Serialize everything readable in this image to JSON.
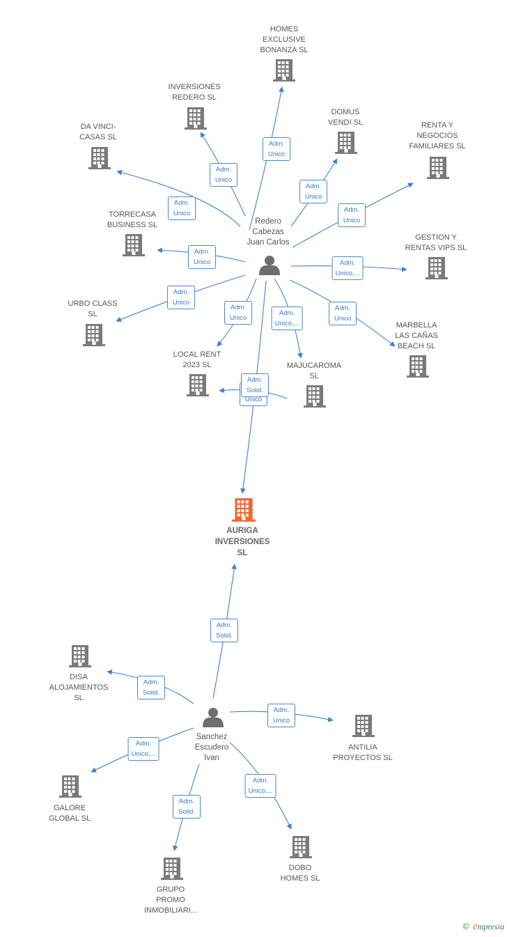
{
  "colors": {
    "company": "#7a7a7a",
    "focus": "#f26430",
    "person": "#6e6e6e",
    "edge": "#3f7fcf"
  },
  "nodes": [
    {
      "id": "homes",
      "type": "company",
      "lines": [
        "HOMES",
        "EXCLUSIVE",
        "BONANZA  SL"
      ]
    },
    {
      "id": "redero_inv",
      "type": "company",
      "lines": [
        "INVERSIONES",
        "REDERO SL"
      ]
    },
    {
      "id": "davinci",
      "type": "company",
      "lines": [
        "DA VINCI-",
        "CASAS  SL"
      ]
    },
    {
      "id": "domus",
      "type": "company",
      "lines": [
        "DOMUS",
        "VENDI  SL"
      ]
    },
    {
      "id": "renta",
      "type": "company",
      "lines": [
        "RENTA Y",
        "NEGOCIOS",
        "FAMILIARES SL"
      ]
    },
    {
      "id": "torrecasa",
      "type": "company",
      "lines": [
        "TORRECASA",
        "BUSINESS  SL"
      ]
    },
    {
      "id": "gestion",
      "type": "company",
      "lines": [
        "GESTION Y",
        "RENTAS VIPS SL"
      ]
    },
    {
      "id": "urbo",
      "type": "company",
      "lines": [
        "URBO CLASS",
        "SL"
      ]
    },
    {
      "id": "marbella",
      "type": "company",
      "lines": [
        "MARBELLA",
        "LAS CAÑAS",
        "BEACH  SL"
      ]
    },
    {
      "id": "localrent",
      "type": "company",
      "lines": [
        "LOCAL RENT",
        "2023  SL"
      ]
    },
    {
      "id": "majucaroma",
      "type": "company",
      "lines": [
        "MAJUCAROMA",
        "SL"
      ]
    },
    {
      "id": "auriga",
      "type": "focus",
      "lines": [
        "AURIGA",
        "INVERSIONES",
        "SL"
      ]
    },
    {
      "id": "disa",
      "type": "company",
      "lines": [
        "DISA",
        "ALOJAMIENTOS",
        "SL"
      ]
    },
    {
      "id": "antilia",
      "type": "company",
      "lines": [
        "ANTILIA",
        "PROYECTOS  SL"
      ]
    },
    {
      "id": "galore",
      "type": "company",
      "lines": [
        "GALORE",
        "GLOBAL  SL"
      ]
    },
    {
      "id": "dobo",
      "type": "company",
      "lines": [
        "DOBO",
        "HOMES  SL"
      ]
    },
    {
      "id": "grupo",
      "type": "company",
      "lines": [
        "GRUPO",
        "PROMO",
        "INMOBILIARI..."
      ]
    },
    {
      "id": "redero",
      "type": "person",
      "lines": [
        "Redero",
        "Cabezas",
        "Juan Carlos"
      ]
    },
    {
      "id": "sanchez",
      "type": "person",
      "lines": [
        "Sanchez",
        "Escudero",
        "Ivan"
      ]
    }
  ],
  "edges": [
    {
      "id": "e1",
      "from": "redero",
      "to": "homes",
      "label": [
        "Adm.",
        "Unico"
      ]
    },
    {
      "id": "e2",
      "from": "redero",
      "to": "redero_inv",
      "label": [
        "Adm.",
        "Unico"
      ]
    },
    {
      "id": "e3",
      "from": "redero",
      "to": "davinci",
      "label": [
        "Adm.",
        "Unico"
      ]
    },
    {
      "id": "e4",
      "from": "redero",
      "to": "domus",
      "label": [
        "Adm.",
        "Unico"
      ]
    },
    {
      "id": "e5",
      "from": "redero",
      "to": "renta",
      "label": [
        "Adm.",
        "Unico"
      ]
    },
    {
      "id": "e6",
      "from": "redero",
      "to": "torrecasa",
      "label": [
        "Adm.",
        "Unico"
      ]
    },
    {
      "id": "e7",
      "from": "redero",
      "to": "gestion",
      "label": [
        "Adm.",
        "Unico,..."
      ]
    },
    {
      "id": "e8",
      "from": "redero",
      "to": "urbo",
      "label": [
        "Adm.",
        "Unico"
      ]
    },
    {
      "id": "e9",
      "from": "redero",
      "to": "localrent",
      "label": [
        "Adm.",
        "Unico"
      ]
    },
    {
      "id": "e10",
      "from": "redero",
      "to": "majucaroma",
      "label": [
        "Adm.",
        "Unico,..."
      ]
    },
    {
      "id": "e11",
      "from": "redero",
      "to": "marbella",
      "label": [
        "Adm.",
        "Unico"
      ]
    },
    {
      "id": "e12",
      "from": "majucaroma",
      "to": "localrent",
      "label": [
        "Adm.",
        "Unico"
      ]
    },
    {
      "id": "e13",
      "from": "redero",
      "to": "auriga",
      "label": [
        "Adm.",
        "Solid."
      ]
    },
    {
      "id": "e14",
      "from": "sanchez",
      "to": "auriga",
      "label": [
        "Adm.",
        "Solid."
      ]
    },
    {
      "id": "e15",
      "from": "sanchez",
      "to": "disa",
      "label": [
        "Adm.",
        "Solid."
      ]
    },
    {
      "id": "e16",
      "from": "sanchez",
      "to": "antilia",
      "label": [
        "Adm.",
        "Unico"
      ]
    },
    {
      "id": "e17",
      "from": "sanchez",
      "to": "galore",
      "label": [
        "Adm.",
        "Unico,..."
      ]
    },
    {
      "id": "e18",
      "from": "sanchez",
      "to": "dobo",
      "label": [
        "Adm.",
        "Unico,..."
      ]
    },
    {
      "id": "e19",
      "from": "sanchez",
      "to": "grupo",
      "label": [
        "Adm.",
        "Solid."
      ]
    }
  ],
  "footer": {
    "copyright": "©",
    "brand_initial": "e",
    "brand_rest": "mpresia"
  }
}
